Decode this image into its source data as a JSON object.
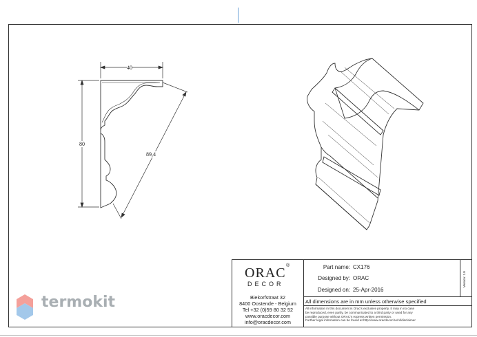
{
  "drawing": {
    "dimensions": {
      "width": "40",
      "height": "80",
      "diagonal": "89,4"
    }
  },
  "company": {
    "logo_main": "ORAC",
    "logo_registered": "®",
    "logo_sub": "DECOR",
    "address_line1": "Biekorfstraat 32",
    "address_line2": "8400 Oostende - Belgium",
    "phone": "Tel +32 (0)59 80 32 52",
    "website": "www.oracdecor.com",
    "email": "info@oracdecor.com"
  },
  "part": {
    "name_label": "Part name:",
    "name_value": "CX176",
    "designer_label": "Designed by:",
    "designer_value": "ORAC",
    "date_label": "Designed on:",
    "date_value": "25-Apr-2016",
    "version": "Version: 1.0"
  },
  "notes": {
    "dimensions": "All dimensions are in mm unless otherwise specified",
    "legal_1": "All information in this document is Orac's exclusive property. It may in no case",
    "legal_2": "be reproduced, even partly, be communicated to a third party or used for any",
    "legal_3": "possible purpose without ORAC's express written permission.",
    "legal_4": "Further legal information can be found at http://www.oracdecor.be/nl/disclaimer"
  },
  "watermark": {
    "text": "termokit"
  },
  "colors": {
    "line": "#333333",
    "accent": "#6aa0d6",
    "watermark_top": "#f4a09a",
    "watermark_bottom": "#a3c8ea",
    "watermark_text": "#a9afb3"
  }
}
